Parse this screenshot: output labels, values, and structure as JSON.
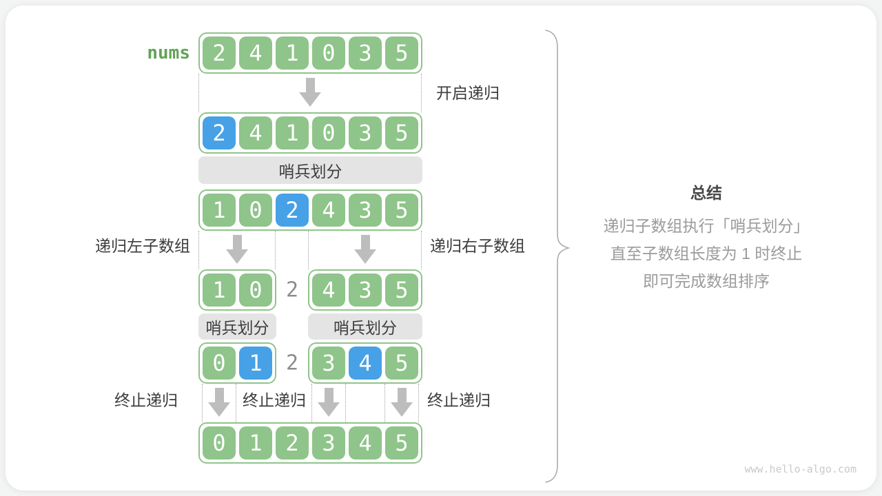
{
  "labels": {
    "nums": "nums",
    "start_recursion": "开启递归",
    "partition": "哨兵划分",
    "recurse_left": "递归左子数组",
    "recurse_right": "递归右子数组",
    "terminate_recursion": "终止递归",
    "pivot_value": "2"
  },
  "summary": {
    "title": "总结",
    "lines": [
      "递归子数组执行「哨兵划分」",
      "直至子数组长度为 1 时终止",
      "即可完成数组排序"
    ]
  },
  "watermark": "www.hello-algo.com",
  "rows": {
    "initial": {
      "values": [
        2,
        4,
        1,
        0,
        3,
        5
      ],
      "highlight_index": null
    },
    "pivot_selected": {
      "values": [
        2,
        4,
        1,
        0,
        3,
        5
      ],
      "highlight_index": 0
    },
    "partitioned": {
      "values": [
        1,
        0,
        2,
        4,
        3,
        5
      ],
      "highlight_index": 2
    },
    "left_sub": {
      "values": [
        1,
        0
      ],
      "highlight_index": null
    },
    "right_sub": {
      "values": [
        4,
        3,
        5
      ],
      "highlight_index": null
    },
    "left_sub_partitioned": {
      "values": [
        0,
        1
      ],
      "highlight_index": 1
    },
    "right_sub_partitioned": {
      "values": [
        3,
        4,
        5
      ],
      "highlight_index": 1
    },
    "sorted": {
      "values": [
        0,
        1,
        2,
        3,
        4,
        5
      ],
      "highlight_index": null
    }
  },
  "colors": {
    "cell_green": "#8FC48A",
    "cell_blue": "#47A1E6",
    "bar_gray": "#E4E4E4",
    "arrow_gray": "#BDBDBD",
    "nums_green": "#61A455",
    "summary_body_gray": "#9B9B9B"
  }
}
